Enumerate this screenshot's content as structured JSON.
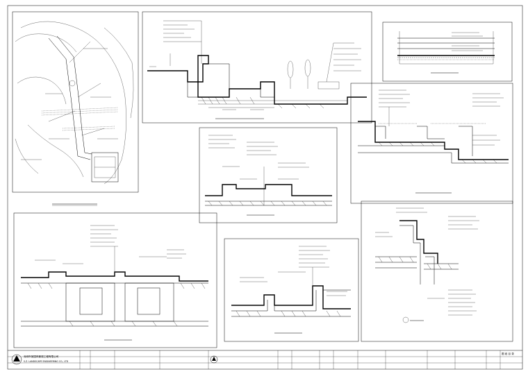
{
  "sheet": {
    "width": 760,
    "height": 539
  },
  "title_block": {
    "company_name": "深圳市某园林景观工程有限公司",
    "company_name_en": "S.Z. LANDSCAPE ENGINEERING CO., LTD",
    "right_header": "图 纸 目 录"
  },
  "panels": [
    {
      "id": "site-plan"
    },
    {
      "id": "top-section"
    },
    {
      "id": "top-right-small"
    },
    {
      "id": "right-section"
    },
    {
      "id": "mid-section"
    },
    {
      "id": "bottom-left-section"
    },
    {
      "id": "bottom-mid-section"
    },
    {
      "id": "bottom-right-detail"
    }
  ]
}
